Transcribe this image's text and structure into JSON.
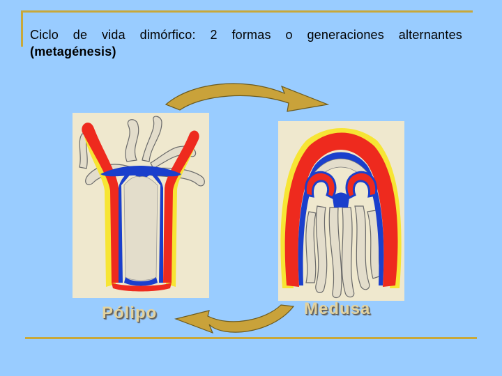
{
  "title": {
    "line1": "Ciclo de vida dimórfico: 2 formas o generaciones alternantes",
    "line2": "(metagénesis)"
  },
  "labels": {
    "polyp": "Pólipo",
    "medusa": "Medusa"
  },
  "colors": {
    "background": "#99CCFF",
    "frame": "#C8A83A",
    "arrow": "#C9A23A",
    "panel": "#EFE8CE",
    "red": "#EE2A1E",
    "blue": "#1A3FCC",
    "yellow": "#F7E534",
    "tissue": "#E3DDCB"
  },
  "icons": {
    "top_arrow": "curved-arrow-right-icon",
    "bottom_arrow": "curved-arrow-left-icon"
  }
}
